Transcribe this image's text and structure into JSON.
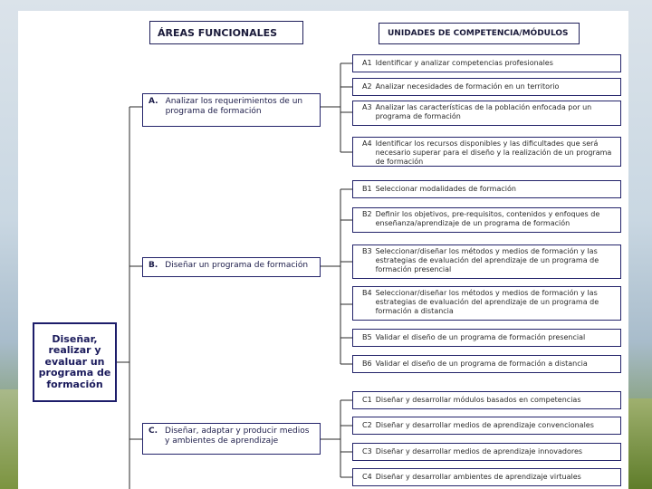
{
  "headers": {
    "areas": "ÁREAS FUNCIONALES",
    "units": "UNIDADES DE COMPETENCIA/MÓDULOS"
  },
  "root": {
    "label": "Diseñar,\nrealizar y\nevaluar un\nprograma de\nformación"
  },
  "areas": [
    {
      "code": "A.",
      "text": "Analizar los requerimientos de un programa de formación"
    },
    {
      "code": "B.",
      "text": "Diseñar un programa de formación"
    },
    {
      "code": "C.",
      "text": "Diseñar, adaptar y producir medios y ambientes de aprendizaje"
    }
  ],
  "units": [
    {
      "code": "A1",
      "text": "Identificar y analizar competencias profesionales"
    },
    {
      "code": "A2",
      "text": "Analizar necesidades de formación en un territorio"
    },
    {
      "code": "A3",
      "text": "Analizar las características de la población enfocada por un programa de formación"
    },
    {
      "code": "A4",
      "text": "Identificar los recursos disponibles y las dificultades que será necesario superar para el diseño y la realización de un programa de formación"
    },
    {
      "code": "B1",
      "text": "Seleccionar modalidades de formación"
    },
    {
      "code": "B2",
      "text": "Definir los objetivos, pre-requisitos, contenidos y enfoques de enseñanza/aprendizaje de un programa de formación"
    },
    {
      "code": "B3",
      "text": "Seleccionar/diseñar los métodos y medios de formación y las estrategias de evaluación del aprendizaje de un programa de formación presencial"
    },
    {
      "code": "B4",
      "text": "Seleccionar/diseñar los métodos y medios de formación y las estrategias de evaluación del aprendizaje de un programa de formación a distancia"
    },
    {
      "code": "B5",
      "text": "Validar el diseño de un programa de formación presencial"
    },
    {
      "code": "B6",
      "text": "Validar el diseño de un programa de formación a distancia"
    },
    {
      "code": "C1",
      "text": "Diseñar y desarrollar módulos basados en competencias"
    },
    {
      "code": "C2",
      "text": "Diseñar y desarrollar medios de aprendizaje convencionales"
    },
    {
      "code": "C3",
      "text": "Diseñar y desarrollar medios de aprendizaje innovadores"
    },
    {
      "code": "C4",
      "text": "Diseñar y desarrollar ambientes de aprendizaje virtuales"
    }
  ]
}
